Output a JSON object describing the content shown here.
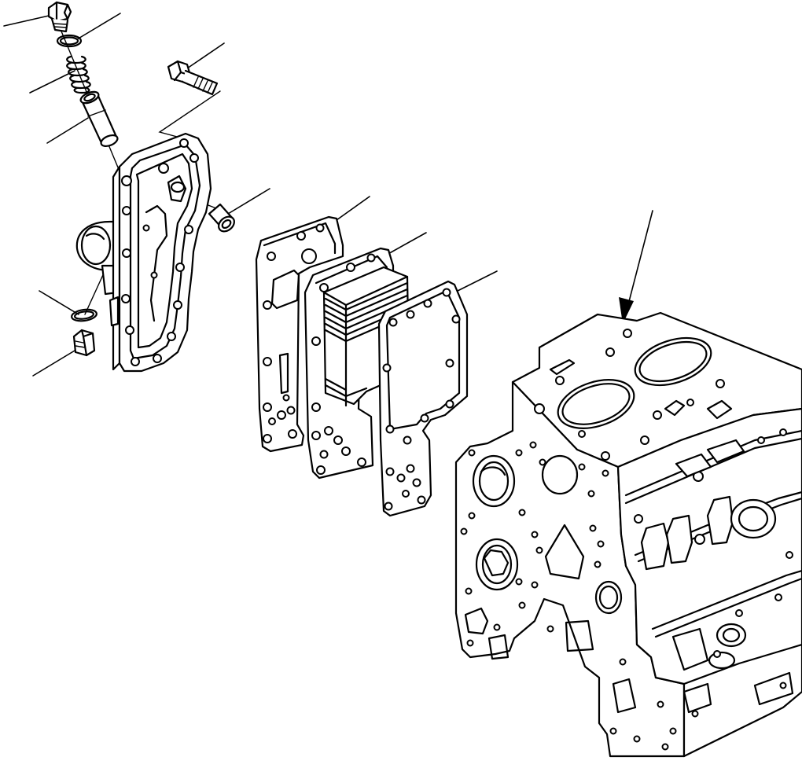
{
  "figure": {
    "kind": "exploded parts illustration",
    "callout_labels": [],
    "line_color": "#000000",
    "background": "#ffffff"
  },
  "parts": [
    {
      "name": "plug",
      "icon": "plug-icon"
    },
    {
      "name": "o-ring-upper",
      "icon": "o-ring-icon"
    },
    {
      "name": "spring",
      "icon": "spring-icon"
    },
    {
      "name": "valve",
      "icon": "valve-icon"
    },
    {
      "name": "bolt",
      "icon": "bolt-icon"
    },
    {
      "name": "cover",
      "icon": "cover-icon"
    },
    {
      "name": "nipple",
      "icon": "nipple-icon"
    },
    {
      "name": "o-ring-lower",
      "icon": "o-ring-icon"
    },
    {
      "name": "plug-lower",
      "icon": "plug-icon"
    },
    {
      "name": "gasket-outer",
      "icon": "gasket-icon"
    },
    {
      "name": "oil-cooler-element",
      "icon": "cooler-icon"
    },
    {
      "name": "gasket-inner",
      "icon": "gasket-icon"
    },
    {
      "name": "cylinder-block",
      "icon": "engine-block-icon"
    }
  ]
}
